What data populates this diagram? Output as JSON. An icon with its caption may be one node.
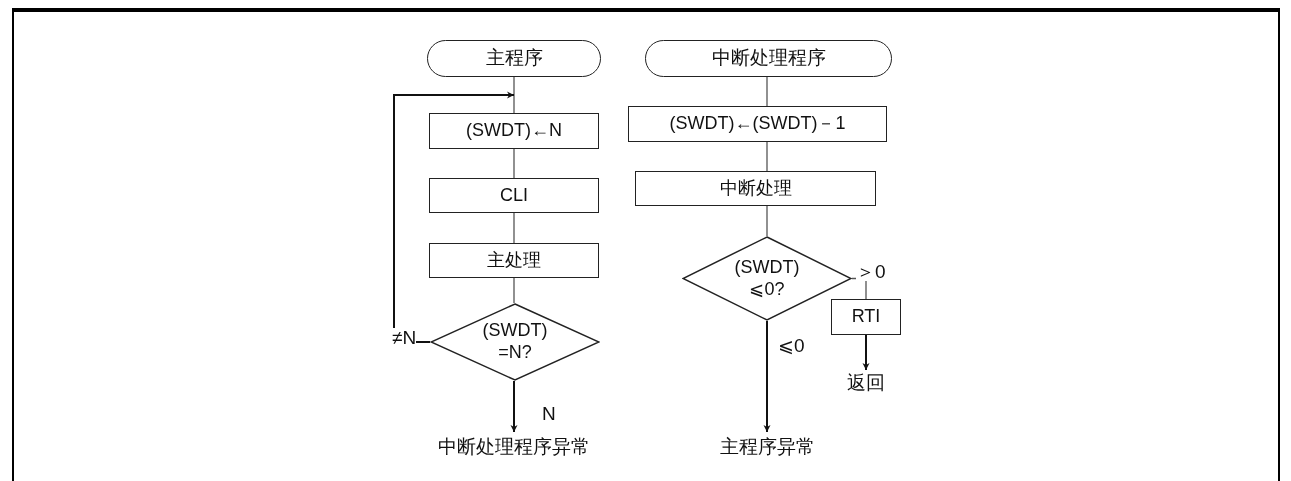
{
  "diagram": {
    "nodes": [
      {
        "text": [
          "主程序"
        ]
      },
      {
        "text": [
          "(SWDT)←N"
        ]
      },
      {
        "text": [
          "CLI"
        ]
      },
      {
        "text": [
          "主处理"
        ]
      },
      {
        "text": [
          "(SWDT) =N?"
        ]
      },
      {
        "text": [
          "中断处理程序异常"
        ]
      },
      {
        "text": [
          "中断处理程序"
        ]
      },
      {
        "text": [
          "(SWDT)←(SWDT)－1"
        ]
      },
      {
        "text": [
          "中断处理"
        ]
      },
      {
        "text": [
          "(SWDT) ⩽0?"
        ]
      },
      {
        "text": [
          "RTI"
        ]
      },
      {
        "text": [
          "返回"
        ]
      },
      {
        "text": [
          "主程序异常"
        ]
      }
    ],
    "edges": [
      {
        "from": 0,
        "to": 1,
        "arrow": "none"
      },
      {
        "from": 1,
        "to": 2,
        "arrow": "none"
      },
      {
        "from": 2,
        "to": 3,
        "arrow": "none"
      },
      {
        "from": 3,
        "to": 4,
        "arrow": "none"
      },
      {
        "from": 4,
        "to": 5,
        "arrow": "to",
        "label": "N"
      },
      {
        "from": 4,
        "to": 1,
        "arrow": "to",
        "label": "≠N"
      },
      {
        "from": 6,
        "to": 7,
        "arrow": "none"
      },
      {
        "from": 7,
        "to": 8,
        "arrow": "none"
      },
      {
        "from": 8,
        "to": 9,
        "arrow": "none"
      },
      {
        "from": 9,
        "to": 10,
        "arrow": "none",
        "label": "＞0"
      },
      {
        "from": 10,
        "to": 11,
        "arrow": "to"
      },
      {
        "from": 9,
        "to": 12,
        "arrow": "to",
        "label": "⩽0"
      }
    ]
  }
}
